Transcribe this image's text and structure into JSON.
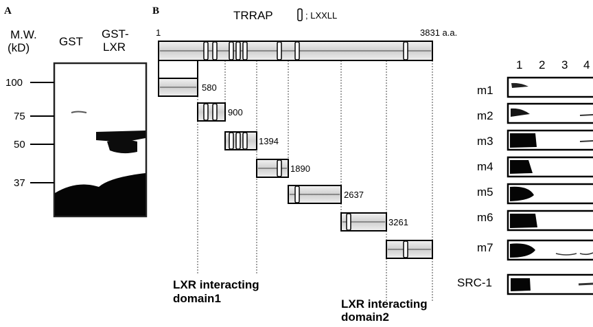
{
  "panel_a": {
    "letter": "A",
    "mw_header": [
      "M.W.",
      "(kD)"
    ],
    "lanes": [
      "GST",
      "GST-",
      "LXR"
    ],
    "markers": [
      "100",
      "75",
      "50",
      "37"
    ]
  },
  "panel_b": {
    "letter": "B",
    "protein": "TRRAP",
    "legend": "; LXXLL",
    "start": "1",
    "end": "3831 a.a.",
    "constructs": [
      "580",
      "900",
      "1394",
      "1890",
      "2637",
      "3261"
    ],
    "domain1": [
      "LXR interacting",
      "domain1"
    ],
    "domain2": [
      "LXR interacting",
      "domain2"
    ]
  },
  "panel_c": {
    "lanes": [
      "1",
      "2",
      "3",
      "4"
    ],
    "rows": [
      "m1",
      "m2",
      "m3",
      "m4",
      "m5",
      "m6",
      "m7",
      "SRC-1"
    ]
  }
}
